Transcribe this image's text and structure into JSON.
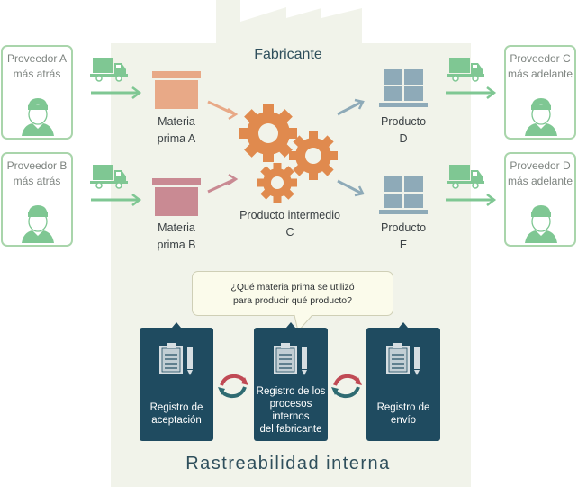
{
  "factory": {
    "title": "Fabricante"
  },
  "suppliers": {
    "upstream": [
      {
        "name": "Proveedor A",
        "position": "más atrás"
      },
      {
        "name": "Proveedor B",
        "position": "más atrás"
      }
    ],
    "downstream": [
      {
        "name": "Proveedor C",
        "position": "más adelante"
      },
      {
        "name": "Proveedor D",
        "position": "más adelante"
      }
    ]
  },
  "materials": [
    {
      "line1": "Materia",
      "line2": "prima A",
      "color": "#e8a987"
    },
    {
      "line1": "Materia",
      "line2": "prima B",
      "color": "#c98a93"
    }
  ],
  "intermediate": {
    "line1": "Producto intermedio",
    "line2": "C",
    "gear_color": "#e08a4e"
  },
  "products": [
    {
      "line1": "Producto",
      "line2": "D",
      "color": "#8eaab8"
    },
    {
      "line1": "Producto",
      "line2": "E",
      "color": "#8eaab8"
    }
  ],
  "question": {
    "line1": "¿Qué materia prima se utilizó",
    "line2": "para producir qué producto?"
  },
  "records": [
    {
      "lines": [
        "Registro de",
        "aceptación"
      ]
    },
    {
      "lines": [
        "Registro de los",
        "procesos",
        "internos",
        "del fabricante"
      ]
    },
    {
      "lines": [
        "Registro de",
        "envío"
      ]
    }
  ],
  "footer": {
    "title": "Rastreabilidad interna"
  },
  "colors": {
    "supplier_green": "#7fc793",
    "record_bg": "#1f4b60",
    "cycle_red": "#c04a55",
    "cycle_teal": "#2f6b72"
  }
}
